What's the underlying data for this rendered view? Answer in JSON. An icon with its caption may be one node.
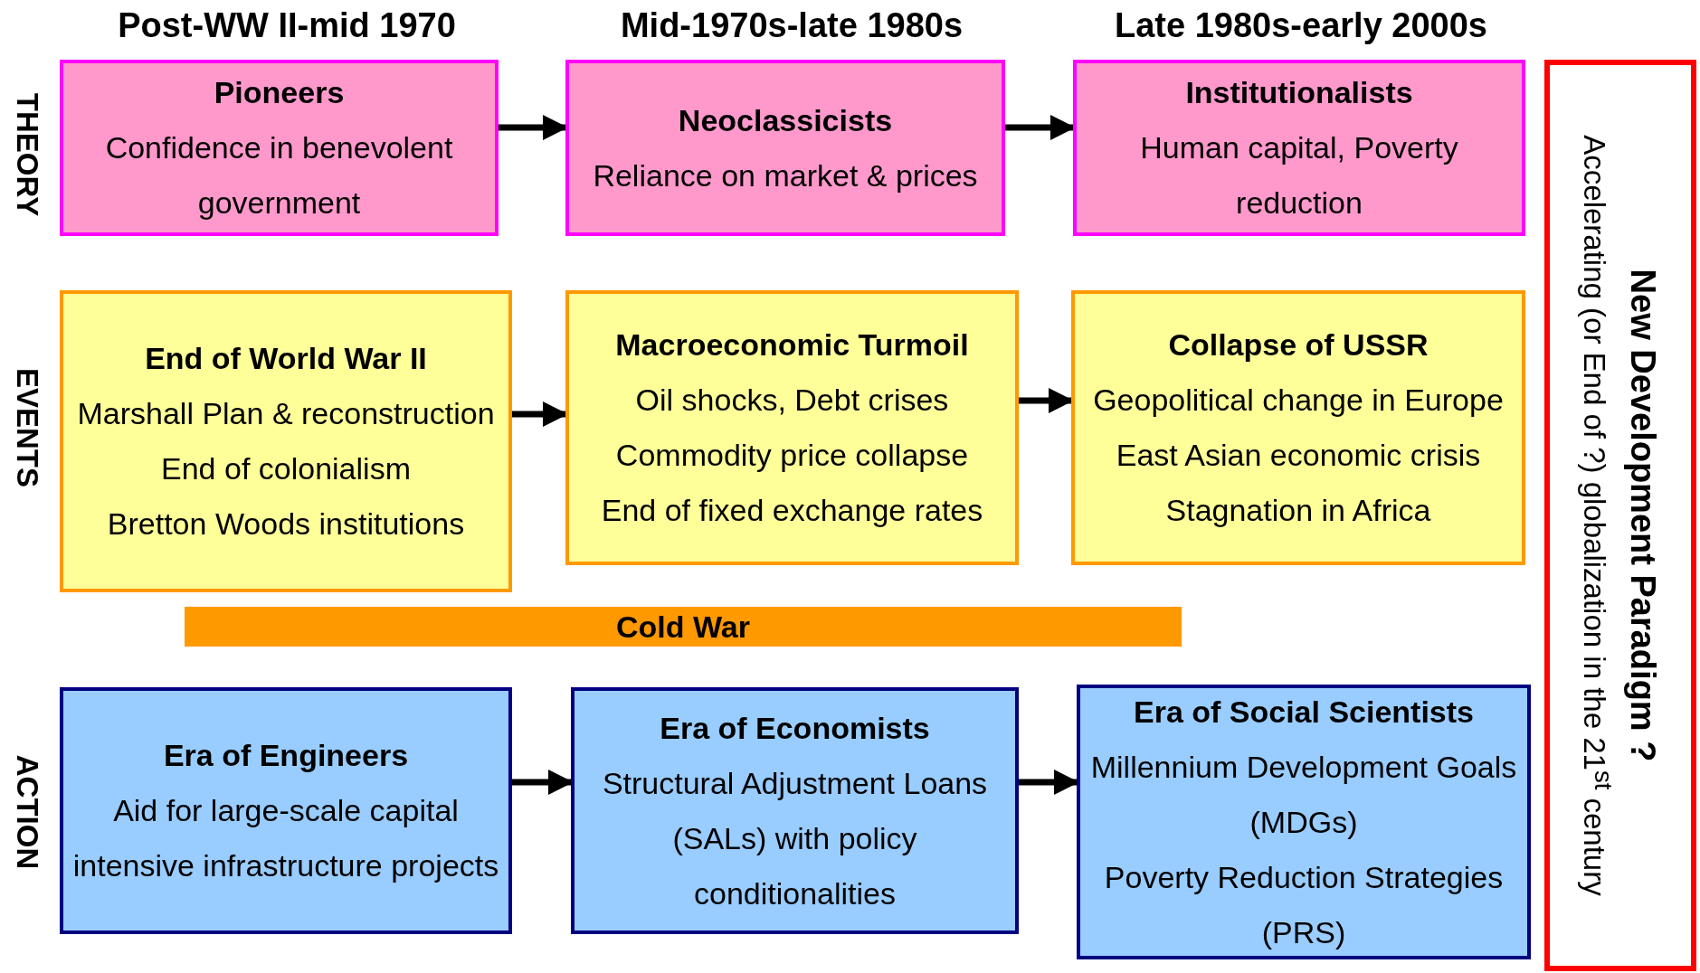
{
  "diagram": {
    "nodes": [
      {
        "text": [
          "Pioneers",
          "Confidence in benevolent government"
        ]
      },
      {
        "text": [
          "Neoclassicists",
          "Reliance on market & prices"
        ]
      },
      {
        "text": [
          "Institutionalists",
          "Human capital, Poverty reduction"
        ]
      },
      {
        "text": [
          "End of World War II",
          "Marshall Plan & reconstruction",
          "End of colonialism",
          "Bretton Woods institutions"
        ]
      },
      {
        "text": [
          "Macroeconomic Turmoil",
          "Oil shocks, Debt crises",
          "Commodity price collapse",
          "End of fixed exchange rates"
        ]
      },
      {
        "text": [
          "Collapse of USSR",
          "Geopolitical change in Europe",
          "East Asian economic crisis",
          "Stagnation in Africa"
        ]
      },
      {
        "text": [
          "Cold War"
        ]
      },
      {
        "text": [
          "Era of Engineers",
          "Aid for large-scale capital intensive infrastructure projects"
        ]
      },
      {
        "text": [
          "Era of Economists",
          "Structural Adjustment Loans (SALs) with policy conditionalities"
        ]
      },
      {
        "text": [
          "Era of Social Scientists",
          "Millennium Development Goals (MDGs)",
          "Poverty Reduction Strategies (PRS)"
        ]
      },
      {
        "text": [
          "New Development Paradigm ?",
          "Accelerating (or End of ?) globalization in the 21$^{st}$ century"
        ]
      }
    ],
    "edges": [
      {
        "from": 0,
        "to": 1,
        "arrow": "to"
      },
      {
        "from": 1,
        "to": 2,
        "arrow": "to"
      },
      {
        "from": 3,
        "to": 4,
        "arrow": "to"
      },
      {
        "from": 4,
        "to": 5,
        "arrow": "to"
      },
      {
        "from": 7,
        "to": 8,
        "arrow": "to"
      },
      {
        "from": 8,
        "to": 9,
        "arrow": "to"
      }
    ],
    "labels": [
      "Post-WW II-mid 1970",
      "Mid-1970s-late 1980s",
      "Late 1980s-early 2000s",
      "THEORY",
      "EVENTS",
      "ACTION"
    ]
  }
}
